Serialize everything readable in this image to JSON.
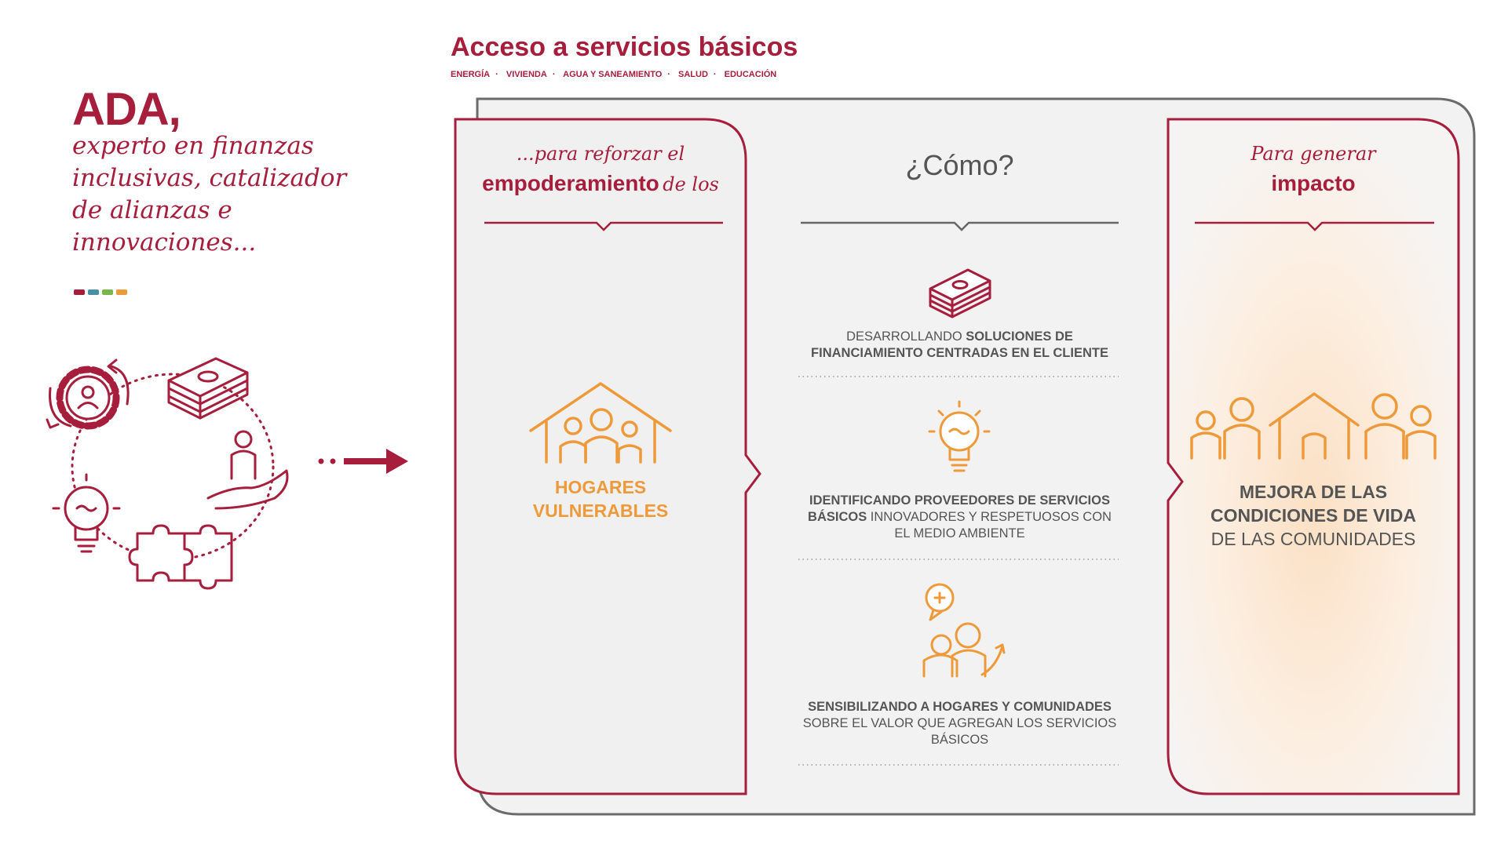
{
  "left": {
    "title": "ADA,",
    "subtitle_lines": [
      "experto en finanzas",
      "inclusivas, catalizador",
      "de alianzas e",
      "innovaciones..."
    ],
    "color_dots": [
      "#a61e3c",
      "#4a90a4",
      "#7ab648",
      "#ee9a3a"
    ],
    "icons": [
      "gear-person-icon",
      "money-stack-icon",
      "hand-person-icon",
      "puzzle-icon",
      "lightbulb-icon"
    ]
  },
  "header": {
    "title": "Acceso a servicios básicos",
    "categories": [
      "ENERGÍA",
      "VIVIENDA",
      "AGUA Y SANEAMIENTO",
      "SALUD",
      "EDUCACIÓN"
    ]
  },
  "col_left": {
    "intro": "...para reforzar el",
    "bold": "empoderamiento",
    "tail": "de los",
    "label_lines": [
      "HOGARES",
      "VULNERABLES"
    ]
  },
  "col_mid": {
    "heading": "¿Cómo?",
    "steps": [
      {
        "icon": "money-stack-icon",
        "line1_normal": "DESARROLLANDO ",
        "line1_bold": "SOLUCIONES DE",
        "line2_bold": "FINANCIAMIENTO CENTRADAS EN EL CLIENTE"
      },
      {
        "icon": "lightbulb-icon",
        "line1_bold": "IDENTIFICANDO PROVEEDORES DE SERVICIOS",
        "line2_bold": "BÁSICOS",
        "line2_normal": " INNOVADORES Y RESPETUOSOS CON",
        "line3_normal": "EL MEDIO AMBIENTE"
      },
      {
        "icon": "people-growth-icon",
        "line1_bold": "SENSIBILIZANDO A HOGARES Y COMUNIDADES",
        "line2_normal": "SOBRE EL VALOR QUE AGREGAN LOS SERVICIOS",
        "line3_normal": "BÁSICOS"
      }
    ]
  },
  "col_right": {
    "intro": "Para generar",
    "bold": "impacto",
    "label_bold_lines": [
      "MEJORA DE LAS",
      "CONDICIONES DE VIDA"
    ],
    "label_normal": "DE LAS COMUNIDADES"
  },
  "colors": {
    "crimson": "#a61e3c",
    "orange": "#ee9a3a",
    "grey": "#555555"
  }
}
